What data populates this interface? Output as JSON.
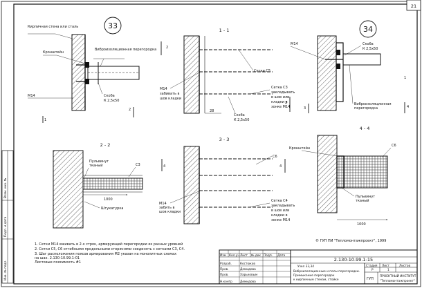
{
  "sheet_number": "21",
  "node_left": "33",
  "node_right": "34",
  "sections": {
    "s11": "1 - 1",
    "s22": "2 - 2",
    "s33": "3 - 3",
    "s44": "4 - 4"
  },
  "labels": {
    "brick_wall": "Кирпичная стена или сталь",
    "anchor": "Кронштейн",
    "panel": "Виброизоляционная перегородка",
    "m14_a": "М14",
    "clip_a": "Скоба",
    "clip_a_size": "К 2,5х50",
    "m14_b": "М14",
    "m14_b_note1": "забивать в",
    "m14_b_note2": "шов кладки",
    "mesh_c5": "Сетки С5",
    "mesh_c3_1": "Сетка С3",
    "mesh_c3_2": "закладывать",
    "mesh_c3_3": "в шов или",
    "mesh_c3_4": "кладки в",
    "mesh_c3_5": "зонке М14",
    "clip_b": "Скоба",
    "clip_b_size": "К 2,5х50",
    "dim_28": "28",
    "plate_left": "Пульвинут тканый",
    "c3": "С3",
    "dim_1000_a": "1000",
    "gypsum": "Штукатурка",
    "m14_r": "М14",
    "clip_r": "Скоба",
    "clip_r_size": "К 2,5х50",
    "panel_r": "Виброизоляционная перегородка",
    "c6": "С6",
    "m14_c": "М14",
    "m14_c_note": "забить в шов кладки",
    "c4_1": "Сетка С4",
    "c4_2": "закладывать",
    "c4_3": "в шов или",
    "c4_4": "кладки в",
    "c4_5": "зонке М14",
    "anchor_r": "Кронштейн",
    "c6_b": "С6",
    "plate_right": "Пульвинут тканый",
    "dim_1000_b": "1000",
    "mark_1": "1",
    "mark_2": "2",
    "mark_3": "3",
    "mark_4": "4"
  },
  "notes": [
    "1. Сетки М14 вживать в 2-х строк, армирующей перегородки из разных уровней",
    "2. Сетки С5, С6 отгибными продольными стержнями соединять с сетками С3, С4.",
    "3. Шаг расположения поясов армирования М2 указан на монолитных схемах",
    "    на шах. 2.130-10.99.1-01",
    "    Листовые поясимость #1"
  ],
  "copyright": "© ГУП ПИ \"Тепломонтажпроект\", 1999",
  "side_strip": [
    "Инв. № подл.",
    "Подп. и дата",
    "Взам. инв. №"
  ],
  "title_block": {
    "doc_code": "2.130-10.99.1-15",
    "node_title": "Узел 33,34",
    "desc": [
      "Виброизоляционные и полы перегородки.",
      "Примыкание перегородок",
      "к кирпичным стенам, стойке"
    ],
    "head": [
      "Изм",
      "Кол.уч",
      "Лист",
      "№ док",
      "Подп.",
      "Дата"
    ],
    "rows": [
      {
        "role": "Разраб.",
        "name": "Костюков"
      },
      {
        "role": "Пров.",
        "name": "Демидова"
      },
      {
        "role": "Пров.",
        "name": "Харьковым"
      },
      {
        "role": "",
        "name": ""
      },
      {
        "role": "Н.контр",
        "name": "Демидова"
      }
    ],
    "stage_head": "Стадия",
    "sheet_head": "Лист",
    "sheets_head": "Листов",
    "stage": "Р",
    "sheet": "1",
    "org_abbr": "ГУП",
    "org": [
      "ПРОЕКТНЫЙ ИНСТИТУТ",
      "\"Тепломонтажпроект\""
    ]
  }
}
